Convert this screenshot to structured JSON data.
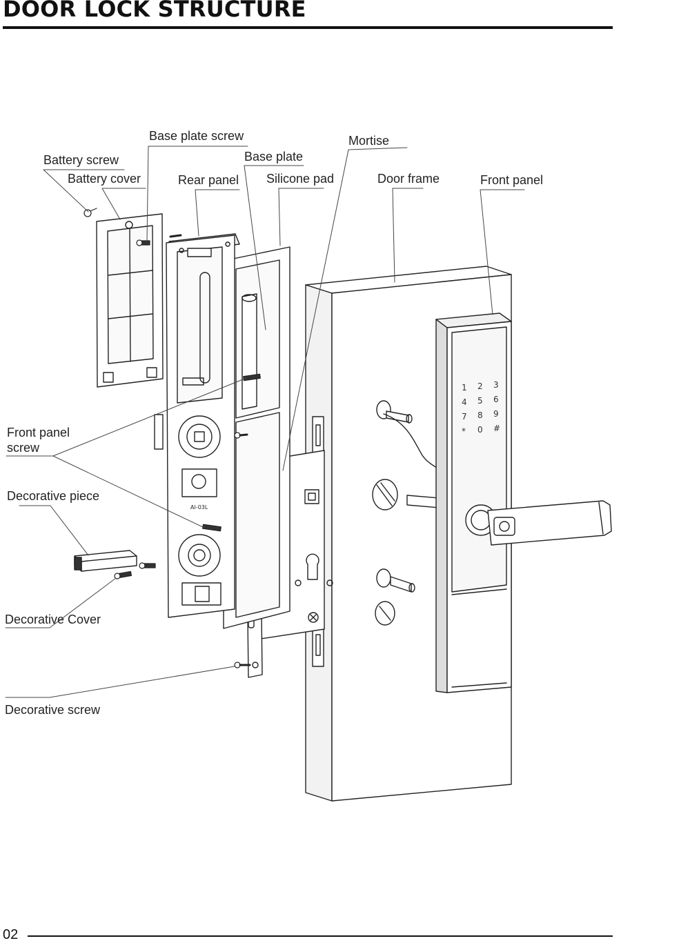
{
  "page": {
    "title": "DOOR LOCK STRUCTURE",
    "page_number": "02"
  },
  "labels": {
    "base_plate_screw": "Base plate screw",
    "mortise": "Mortise",
    "battery_screw": "Battery screw",
    "base_plate": "Base plate",
    "battery_cover": "Battery cover",
    "rear_panel": "Rear panel",
    "silicone_pad": "Silicone pad",
    "door_frame": "Door frame",
    "front_panel": "Front panel",
    "front_panel_screw_line1": "Front panel",
    "front_panel_screw_line2": "screw",
    "decorative_piece": "Decorative piece",
    "decorative_cover": "Decorative Cover",
    "decorative_screw": "Decorative screw"
  },
  "keypad": {
    "keys": [
      "1",
      "2",
      "3",
      "4",
      "5",
      "6",
      "7",
      "8",
      "9",
      "*",
      "0",
      "#"
    ]
  },
  "rear_panel_marking": "AI-03L"
}
